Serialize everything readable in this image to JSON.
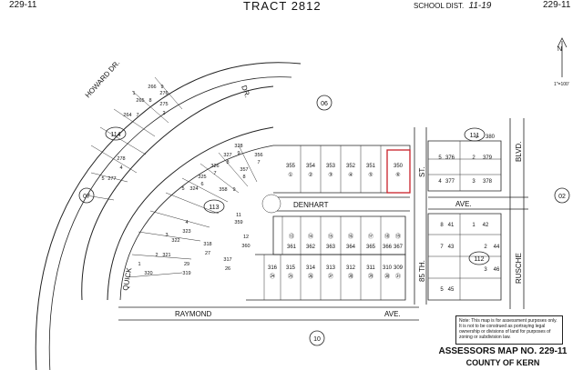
{
  "header": {
    "page_left": "229-11",
    "title": "TRACT 2812",
    "school_dist_label": "SCHOOL DIST.",
    "school_dist_value": "11-19",
    "page_right": "229-11"
  },
  "north_arrow": {
    "label": "N",
    "scale": "1\"=100'"
  },
  "streets": {
    "howard": "HOWARD DR.",
    "quick": "QUICK",
    "dr": "DR.",
    "denhart": "DENHART",
    "raymond": "RAYMOND",
    "ave1": "AVE.",
    "st85": "85 TH.",
    "st": "ST.",
    "ave2": "AVE.",
    "blvd": "BLVD.",
    "rusche": "RUSCHE"
  },
  "map_numbers": {
    "m06": "06",
    "m07": "07",
    "m02": "02",
    "m10": "10",
    "b114": "114",
    "b113": "113",
    "b111": "111",
    "b112": "112"
  },
  "lots_top": [
    {
      "parcel": "355",
      "num": "①"
    },
    {
      "parcel": "354",
      "num": "②"
    },
    {
      "parcel": "353",
      "num": "③"
    },
    {
      "parcel": "352",
      "num": "④"
    },
    {
      "parcel": "351",
      "num": "⑤"
    },
    {
      "parcel": "350",
      "num": "⑥"
    }
  ],
  "lots_mid": [
    {
      "parcel": "361",
      "num": "⑬"
    },
    {
      "parcel": "362",
      "num": "⑭"
    },
    {
      "parcel": "363",
      "num": "⑮"
    },
    {
      "parcel": "364",
      "num": "⑯"
    },
    {
      "parcel": "365",
      "num": "⑰"
    },
    {
      "parcel": "366",
      "num": "⑱"
    },
    {
      "parcel": "367",
      "num": "⑲"
    }
  ],
  "lots_low": [
    {
      "parcel": "316",
      "num": "㉔"
    },
    {
      "parcel": "315",
      "num": "㉕"
    },
    {
      "parcel": "314",
      "num": "㉖"
    },
    {
      "parcel": "313",
      "num": "㉗"
    },
    {
      "parcel": "312",
      "num": "㉘"
    },
    {
      "parcel": "311",
      "num": "㉙"
    },
    {
      "parcel": "310",
      "num": "⑳"
    },
    {
      "parcel": "309",
      "num": "㉑"
    }
  ],
  "lots_block111": [
    {
      "parcel": "380",
      "num": "1"
    },
    {
      "parcel": "379",
      "num": "2"
    },
    {
      "parcel": "378",
      "num": "3"
    },
    {
      "parcel": "376",
      "num": "5"
    },
    {
      "parcel": "377",
      "num": "4"
    }
  ],
  "lots_block112": [
    {
      "parcel": "41",
      "num": "8"
    },
    {
      "parcel": "42",
      "num": "1"
    },
    {
      "parcel": "43",
      "num": "7"
    },
    {
      "parcel": "44",
      "num": "2"
    },
    {
      "parcel": "45",
      "num": "5"
    },
    {
      "parcel": "46",
      "num": "3"
    }
  ],
  "lots_curve": [
    {
      "parcel": "266",
      "num": "9"
    },
    {
      "parcel": "265",
      "num": "8"
    },
    {
      "parcel": "264",
      "num": "7"
    },
    {
      "parcel": "276",
      "num": "1"
    },
    {
      "parcel": "275",
      "num": "2"
    },
    {
      "parcel": "278",
      "num": "4"
    },
    {
      "parcel": "277",
      "num": "5"
    },
    {
      "parcel": "328",
      "num": "9"
    },
    {
      "parcel": "327",
      "num": "8"
    },
    {
      "parcel": "326",
      "num": "7"
    },
    {
      "parcel": "325",
      "num": "6"
    },
    {
      "parcel": "324",
      "num": "5"
    },
    {
      "parcel": "323",
      "num": "4"
    },
    {
      "parcel": "322",
      "num": "3"
    },
    {
      "parcel": "321",
      "num": "2"
    },
    {
      "parcel": "320",
      "num": "1"
    },
    {
      "parcel": "319",
      "num": "29"
    },
    {
      "parcel": "318",
      "num": "27"
    },
    {
      "parcel": "317",
      "num": "26"
    },
    {
      "parcel": "356",
      "num": "7"
    },
    {
      "parcel": "357",
      "num": "8"
    },
    {
      "parcel": "358",
      "num": "9"
    },
    {
      "parcel": "359",
      "num": "11"
    },
    {
      "parcel": "360",
      "num": "12"
    }
  ],
  "note": "Note: This map is for assessment purposes only. It is not to be construed as portraying legal ownership or divisions of land for purposes of zoning or subdivision law.",
  "footer": {
    "line1": "ASSESSORS MAP NO. 229-11",
    "line2": "COUNTY OF KERN"
  }
}
